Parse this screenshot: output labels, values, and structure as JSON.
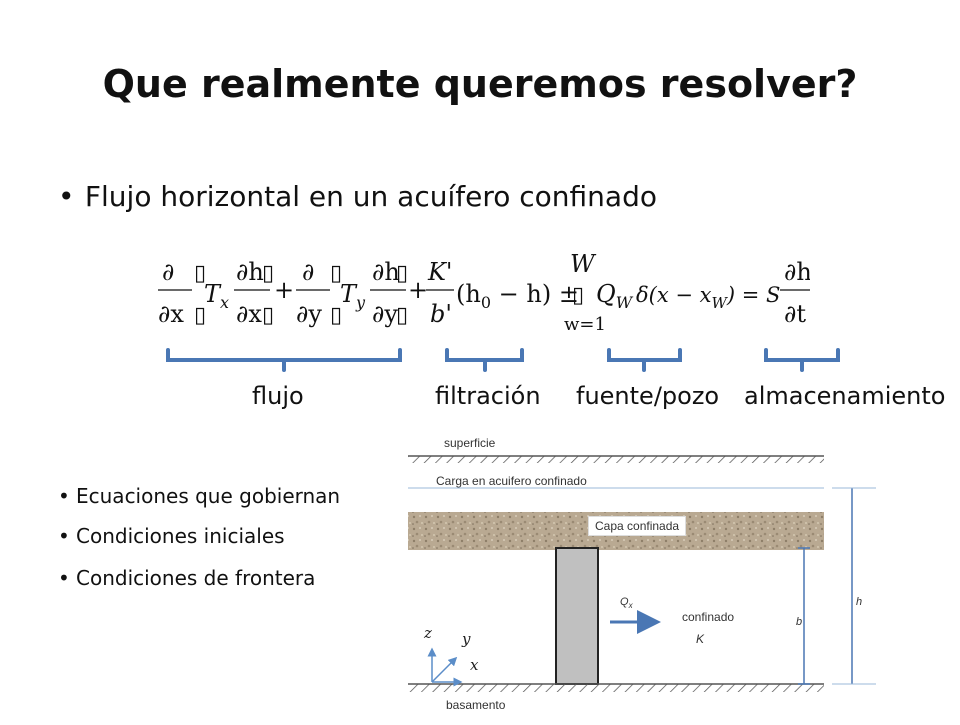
{
  "title": "Que realmente queremos resolver?",
  "main_bullet": "Flujo horizontal en un acuífero confinado",
  "equation": {
    "d": "∂",
    "dx": "∂x",
    "dy": "∂y",
    "Tx": "T",
    "Tx_sub": "x",
    "Ty": "T",
    "Ty_sub": "y",
    "dh": "∂h",
    "plus": "+",
    "Kp": "K'",
    "bp": "b'",
    "h0h": "(h",
    "h0h_sub": "0",
    "h0h_rest": " − h) ±",
    "sum_top": "W",
    "sum_bot": "w=1",
    "Qw": "Q",
    "Qw_sub": "W",
    "delta": "δ(x − x",
    "delta_sub": "W",
    "delta_end": ") = S",
    "dt": "∂t",
    "box": "▯"
  },
  "brace_labels": {
    "flujo": "flujo",
    "filtracion": "filtración",
    "fuente": "fuente/pozo",
    "almacenamiento": "almacenamiento"
  },
  "sub_bullets": [
    "Ecuaciones que gobiernan",
    "Condiciones iniciales",
    "Condiciones de frontera"
  ],
  "diagram": {
    "superficie": "superficie",
    "carga": "Carga en acuifero confinado",
    "capa": "Capa confinada",
    "qx": "Q",
    "qx_sub": "x",
    "confinado": "confinado",
    "K": "K",
    "b": "b",
    "h": "h",
    "z": "z",
    "y": "y",
    "x": "x",
    "basamento": "basamento"
  },
  "colors": {
    "brace": "#4a77b4",
    "arrow": "#4a77b4",
    "axis": "#5b8dc8",
    "well": "#c0c0c0"
  }
}
